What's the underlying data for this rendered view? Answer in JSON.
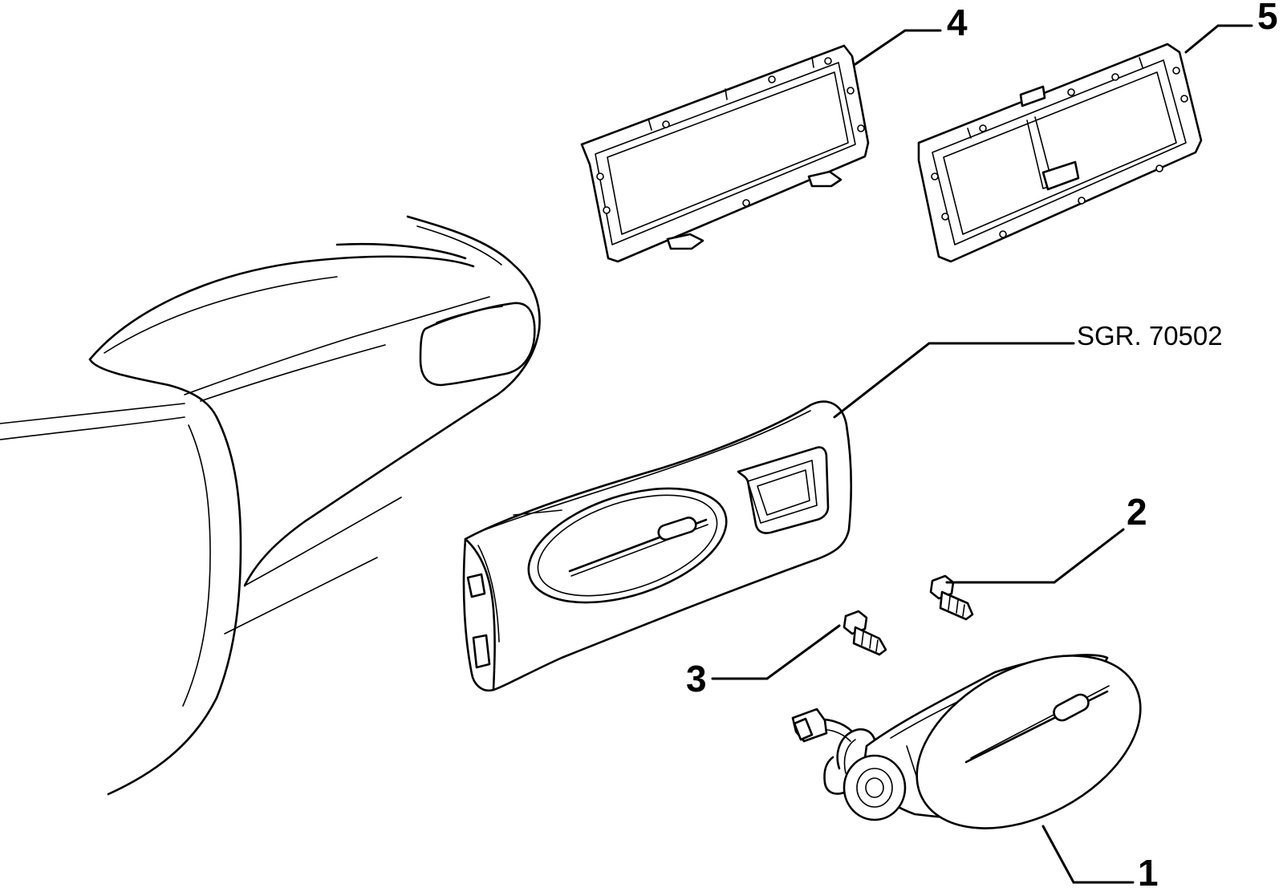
{
  "callouts": {
    "part_1": "1",
    "part_2": "2",
    "part_3": "3",
    "part_4": "4",
    "part_5": "5"
  },
  "reference": {
    "assembly_ref": "SGR. 70502"
  }
}
